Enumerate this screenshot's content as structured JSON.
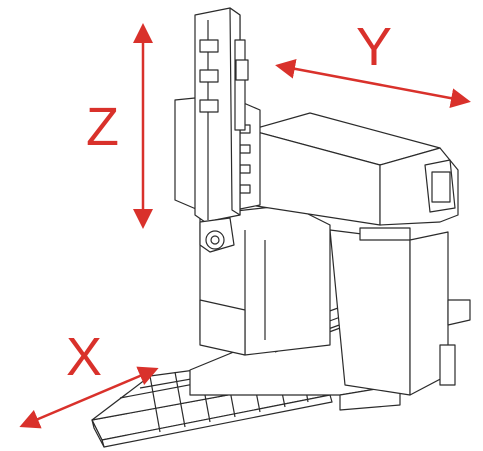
{
  "axes": {
    "x_label": "X",
    "y_label": "Y",
    "z_label": "Z",
    "color": "#d9312b"
  },
  "drawing": {
    "line_color": "#2b2b2b",
    "fill_color": "#ffffff"
  }
}
